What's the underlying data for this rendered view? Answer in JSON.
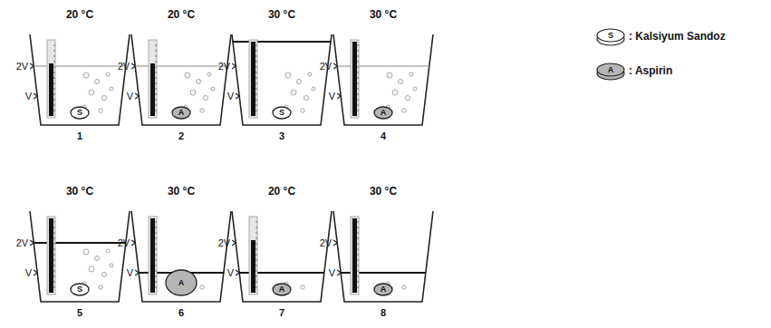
{
  "diagram": {
    "nodes": [
      {
        "text": [
          "S"
        ]
      },
      {
        "text": [
          "A"
        ]
      },
      {
        "text": [
          "S"
        ]
      },
      {
        "text": [
          "A"
        ]
      },
      {
        "text": [
          "S"
        ]
      },
      {
        "text": [
          "A"
        ]
      },
      {
        "text": [
          "A"
        ]
      },
      {
        "text": [
          "A"
        ]
      },
      {
        "text": [
          "S"
        ]
      },
      {
        "text": [
          "A"
        ]
      }
    ],
    "labels": [
      "20 °C",
      "2V",
      "V",
      "1",
      "20 °C",
      "2V",
      "V",
      "2",
      "30 °C",
      "2V",
      "V",
      "3",
      "30 °C",
      "2V",
      "V",
      "4",
      "30 °C",
      "2V",
      "V",
      "5",
      "30 °C",
      "2V",
      "V",
      "6",
      "20 °C",
      "2V",
      "V",
      "7",
      "30 °C",
      "2V",
      "V",
      "8"
    ],
    "legend": [
      {
        "text": ": Kalsiyum Sandoz"
      },
      {
        "text": ": Aspirin"
      }
    ]
  }
}
